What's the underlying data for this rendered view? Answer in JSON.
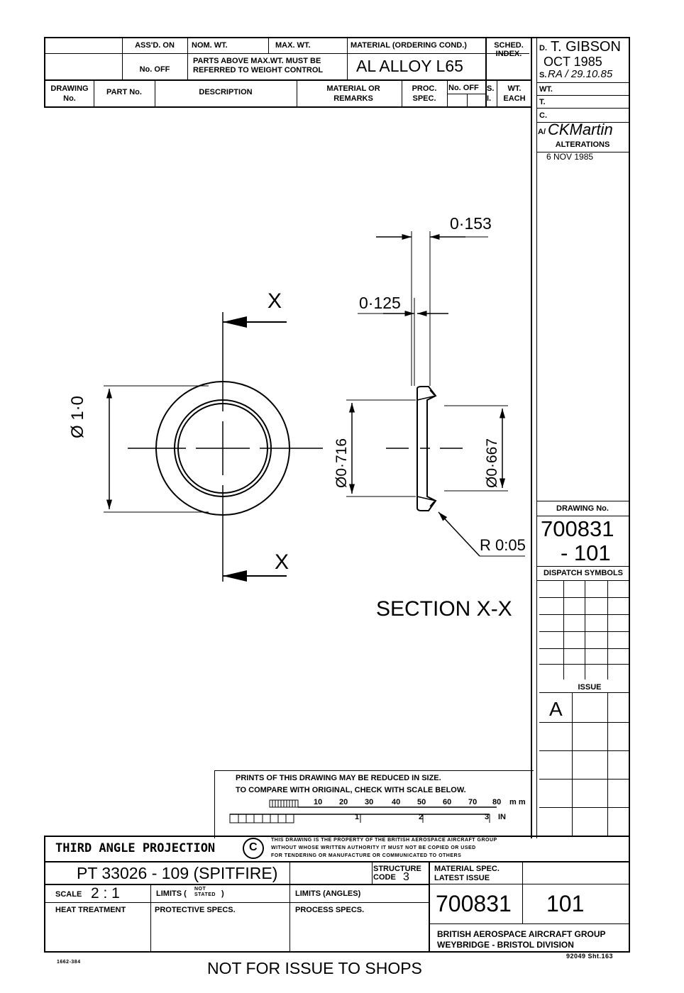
{
  "header": {
    "assd_on": "ASS'D. ON",
    "no_off": "No. OFF",
    "nom_wt": "NOM. WT.",
    "max_wt": "MAX. WT.",
    "weight_note": "PARTS ABOVE MAX.WT. MUST BE REFERRED TO WEIGHT CONTROL",
    "material_ordering": "MATERIAL (ORDERING COND.)",
    "material_value": "AL  ALLOY  L65",
    "sched_index": "SCHED. INDEX.",
    "drawing_no": "DRAWING No.",
    "part_no": "PART No.",
    "description": "DESCRIPTION",
    "material_remarks": "MATERIAL OR REMARKS",
    "proc_spec": "PROC. SPEC.",
    "no_off2": "No. OFF",
    "si": "S. I.",
    "wt_each": "WT. EACH"
  },
  "signoff": {
    "d_label": "D.",
    "d_value": "T. GIBSON",
    "date": "OCT  1985",
    "s_label": "S.",
    "s_value": "RA / 29.10.85",
    "wt_label": "WT.",
    "t_label": "T.",
    "c_label": "C.",
    "a_label": "A/",
    "a_value": "CKMartin",
    "alterations": "ALTERATIONS",
    "alteration_date": "6 NOV 1985"
  },
  "drawing": {
    "section_label_top": "X",
    "section_label_bottom": "X",
    "dim_outer_dia": "Ø 1·0",
    "dim_0153": "0·153",
    "dim_0125": "0·125",
    "dim_0716": "Ø0·716",
    "dim_0667": "Ø0·667",
    "dim_radius": "R 0:05",
    "section_title": "SECTION  X-X"
  },
  "side_panel": {
    "drawing_no_label": "DRAWING No.",
    "drawing_no_line1": "700831",
    "drawing_no_line2": "- 101",
    "dispatch_symbols": "DISPATCH SYMBOLS",
    "issue_label": "ISSUE",
    "issue_value": "A"
  },
  "scale_box": {
    "line1": "PRINTS OF THIS DRAWING MAY BE REDUCED IN SIZE.",
    "line2": "TO COMPARE WITH ORIGINAL, CHECK WITH SCALE BELOW.",
    "mm_ticks": [
      "10",
      "20",
      "30",
      "40",
      "50",
      "60",
      "70",
      "80"
    ],
    "mm_unit": "m m",
    "in_ticks": [
      "1",
      "2",
      "3"
    ],
    "in_unit": "IN"
  },
  "title_block": {
    "projection": "THIRD ANGLE PROJECTION",
    "copyright_symbol": "C",
    "property_note_1": "THIS DRAWING IS THE PROPERTY OF THE BRITISH AEROSPACE AIRCRAFT GROUP",
    "property_note_2": "WITHOUT WHOSE WRITTEN AUTHORITY IT MUST NOT BE COPIED OR USED",
    "property_note_3": "FOR TENDERING OR MANUFACTURE OR COMMUNICATED TO OTHERS",
    "title": "PT  33026 - 109  (SPITFIRE)",
    "structure_code_label": "STRUCTURE CODE",
    "structure_code_value": "3",
    "material_spec": "MATERIAL SPEC.",
    "latest_issue": "LATEST ISSUE",
    "scale_label": "SCALE",
    "scale_value": "2 : 1",
    "limits_label": "LIMITS (",
    "not_stated": "NOT STATED",
    "limits_close": ")",
    "limits_angles": "LIMITS (ANGLES)",
    "heat_treatment": "HEAT TREATMENT",
    "protective_specs": "PROTECTIVE SPECS.",
    "process_specs": "PROCESS SPECS.",
    "drawing_number": "700831",
    "sheet_number": "101",
    "company_1": "BRITISH AEROSPACE AIRCRAFT GROUP",
    "company_2": "WEYBRIDGE - BRISTOL DIVISION",
    "form_left": "1662-384",
    "form_right": "92049 Sht.163",
    "not_for_issue": "NOT FOR ISSUE TO SHOPS"
  }
}
